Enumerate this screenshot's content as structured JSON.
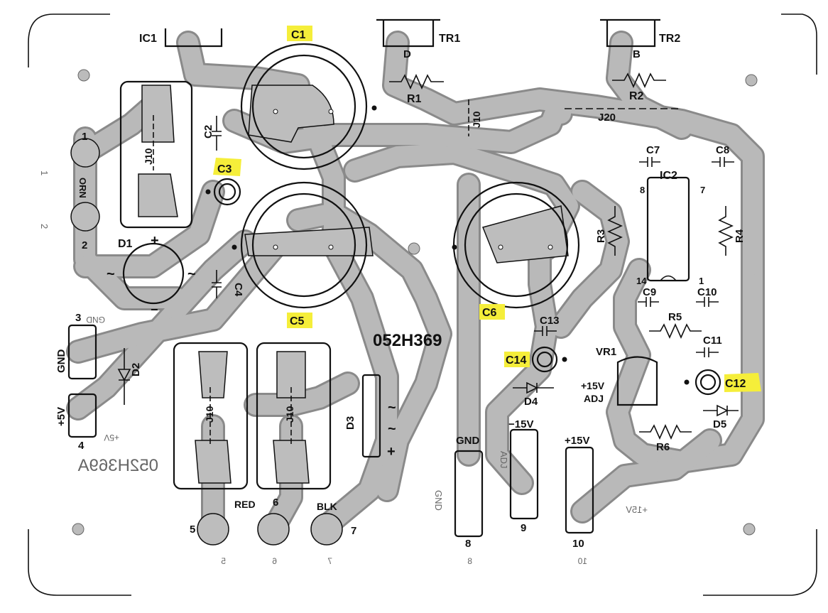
{
  "board": {
    "part_number": "052H369",
    "part_number_mirrored": "052H369A",
    "corner_marks": true
  },
  "labels": {
    "ic1": "IC1",
    "ic2": "IC2",
    "tr1": "TR1",
    "tr2": "TR2",
    "tr1_pin": "D",
    "tr2_pin": "B",
    "r1": "R1",
    "r2": "R2",
    "r3": "R3",
    "r4": "R4",
    "r5": "R5",
    "r6": "R6",
    "c1": "C1",
    "c2": "C2",
    "c3": "C3",
    "c4": "C4",
    "c5": "C5",
    "c6": "C6",
    "c7": "C7",
    "c8": "C8",
    "c9": "C9",
    "c10": "C10",
    "c11": "C11",
    "c12": "C12",
    "c13": "C13",
    "c14": "C14",
    "d1": "D1",
    "d2": "D2",
    "d3": "D3",
    "d4": "D4",
    "d5": "D5",
    "vr1": "VR1",
    "j10a": "J10",
    "j10b": "J10",
    "j10c": "J10",
    "j10d": "J10",
    "j20": "J20",
    "ic2_pin8": "8",
    "ic2_pin7": "7",
    "ic2_pin14": "14",
    "ic2_pin1": "1",
    "adj_plus15": "+15V",
    "adj": "ADJ",
    "plus": "+",
    "minus": "−",
    "tilde": "~"
  },
  "connectors": {
    "c1": "1",
    "c2": "2",
    "c3": "3",
    "c4": "4",
    "c5": "5",
    "c6": "6",
    "c7": "7",
    "c8": "8",
    "c9": "9",
    "c10": "10",
    "orn": "ORN",
    "red": "RED",
    "blk": "BLK",
    "gnd_left": "GND",
    "plus5v": "+5V",
    "gnd_bottom": "GND",
    "minus15v": "−15V",
    "plus15v": "+15V"
  },
  "mirrored": {
    "m1": "1",
    "m2": "2",
    "m3": "GND",
    "m4": "+5V",
    "m5": "5",
    "m6": "6",
    "m7": "7",
    "m8": "8",
    "m10": "10",
    "gnd_b": "GND",
    "adj_b": "ADJ",
    "plus15v_b": "+15V"
  },
  "highlight_color": "#f5ee3a",
  "trace_color": "#b9b9b9"
}
